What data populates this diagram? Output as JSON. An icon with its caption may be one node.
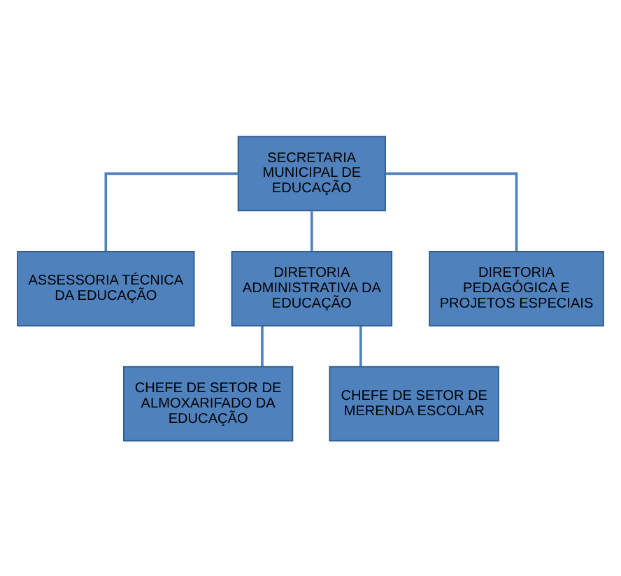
{
  "diagram": {
    "nodes": [
      {
        "text": [
          "SECRETARIA MUNICIPAL DE EDUCAÇÃO"
        ]
      },
      {
        "text": [
          "ASSESSORIA TÉCNICA DA EDUCAÇÃO"
        ]
      },
      {
        "text": [
          "DIRETORIA ADMINISTRATIVA DA EDUCAÇÃO"
        ]
      },
      {
        "text": [
          "DIRETORIA PEDAGÓGICA E PROJETOS ESPECIAIS"
        ]
      },
      {
        "text": [
          "CHEFE DE SETOR DE ALMOXARIFADO DA EDUCAÇÃO"
        ]
      },
      {
        "text": [
          "CHEFE DE SETOR DE MERENDA ESCOLAR"
        ]
      }
    ],
    "edges": [
      {
        "from": 0,
        "to": 1,
        "arrow": "none"
      },
      {
        "from": 0,
        "to": 2,
        "arrow": "none"
      },
      {
        "from": 0,
        "to": 3,
        "arrow": "none"
      },
      {
        "from": 2,
        "to": 4,
        "arrow": "none"
      },
      {
        "from": 2,
        "to": 5,
        "arrow": "none"
      }
    ]
  }
}
